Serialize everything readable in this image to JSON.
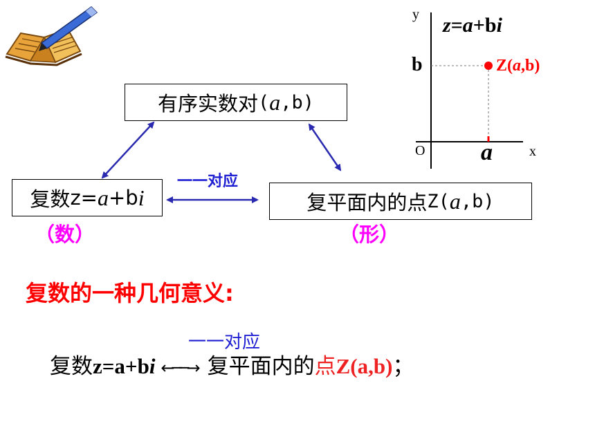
{
  "boxes": {
    "pair": {
      "text": "有序实数对",
      "paren_open": "(",
      "a": "a",
      "sep": ", ",
      "b": "b",
      "paren_close": ")"
    },
    "complex": {
      "text": "复数",
      "z": "z=",
      "a": "a",
      "plus_b": "+b",
      "i": "i"
    },
    "point": {
      "text": "复平面内的点",
      "Z": "Z",
      "paren_open": "(",
      "a": "a",
      "sep": ", ",
      "b": "b",
      "paren_close": ")"
    }
  },
  "labels": {
    "correspondence": "一一对应",
    "number": "（数）",
    "shape": "（形）"
  },
  "graph": {
    "y_axis": "y",
    "x_axis": "x",
    "origin": "O",
    "equation_z": "z",
    "equation_eq": "=",
    "equation_a": "a",
    "equation_rest": "+b",
    "equation_i": "i",
    "b_tick": "b",
    "a_tick": "a",
    "point_label_Z": "Z(",
    "point_label_a": "a",
    "point_label_rest": ",b)"
  },
  "meaning": {
    "heading": "复数的一种几何意义:",
    "over_arrow": "一一对应",
    "lhs_text": "复数",
    "lhs_expr": "z=a+b",
    "lhs_i": "i",
    "arrow": "←──→",
    "rhs_text": "复平面内的",
    "rhs_point": "点",
    "rhs_Z": "Z(a,b)",
    "rhs_end": "；"
  },
  "colors": {
    "arrow_blue": "#2a2ab0",
    "text_blue": "#1e1ed2",
    "red": "#ff0000"
  }
}
